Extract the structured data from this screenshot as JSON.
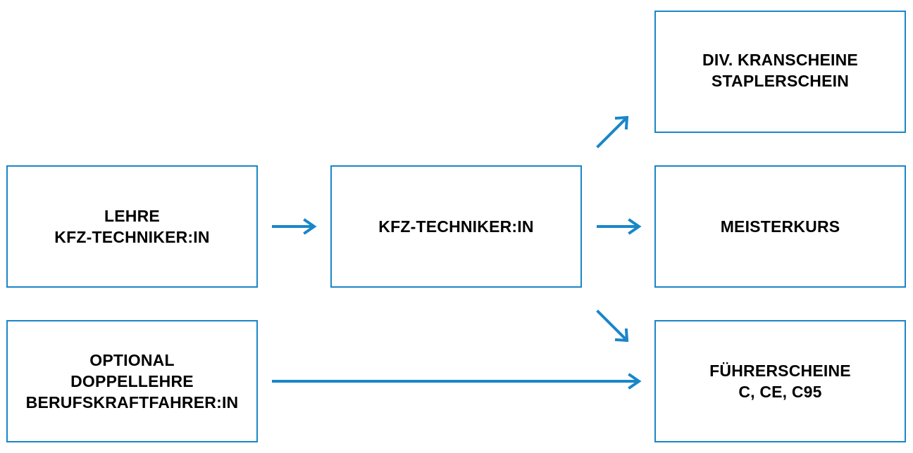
{
  "colors": {
    "accent": "#1a86c8",
    "text": "#000000",
    "background": "#ffffff"
  },
  "boxes": {
    "lehre": "LEHRE\nKFZ-TECHNIKER:IN",
    "optional": "OPTIONAL\nDOPPELLEHRE\nBERUFSKRAFTFAHRER:IN",
    "kfz": "KFZ-TECHNIKER:IN",
    "kran": "DIV. KRANSCHEINE\nSTAPLERSCHEIN",
    "meister": "MEISTERKURS",
    "fuehrer": "FÜHRERSCHEINE\nC, CE, C95"
  }
}
